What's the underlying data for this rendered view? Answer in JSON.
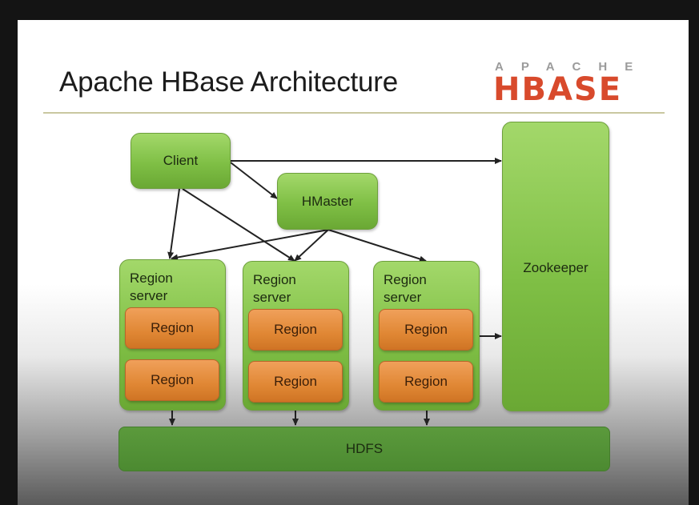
{
  "slide": {
    "title": "Apache HBase Architecture",
    "logo": {
      "top_text": "APACHE",
      "main_text": "HBASE"
    }
  },
  "diagram": {
    "client": "Client",
    "hmaster": "HMaster",
    "zookeeper": "Zookeeper",
    "hdfs": "HDFS",
    "region_servers": [
      {
        "label": "Region\nserver",
        "regions": [
          "Region",
          "Region"
        ]
      },
      {
        "label": "Region\nserver",
        "regions": [
          "Region",
          "Region"
        ]
      },
      {
        "label": "Region\nserver",
        "regions": [
          "Region",
          "Region"
        ]
      }
    ]
  },
  "colors": {
    "node_green": "#7fbf45",
    "region_orange": "#e08734",
    "hdfs_green": "#4c8a31",
    "logo_red": "#d84a2c"
  }
}
